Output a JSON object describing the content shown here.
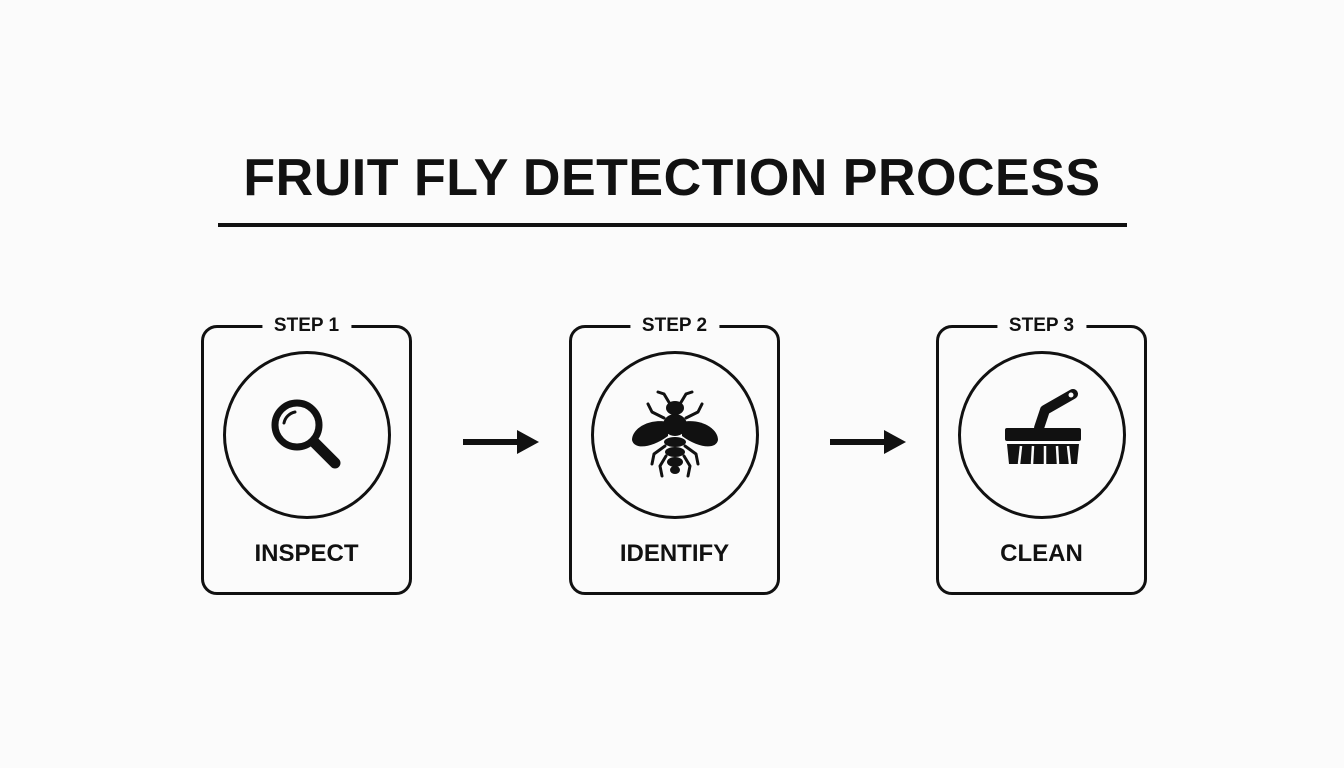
{
  "title": "FRUIT FLY DETECTION PROCESS",
  "steps": [
    {
      "label": "STEP 1",
      "name": "INSPECT",
      "icon": "magnifying-glass-icon"
    },
    {
      "label": "STEP 2",
      "name": "IDENTIFY",
      "icon": "fly-icon"
    },
    {
      "label": "STEP 3",
      "name": "CLEAN",
      "icon": "scrub-brush-icon"
    }
  ],
  "colors": {
    "background": "#fbfbfb",
    "ink": "#111111"
  }
}
